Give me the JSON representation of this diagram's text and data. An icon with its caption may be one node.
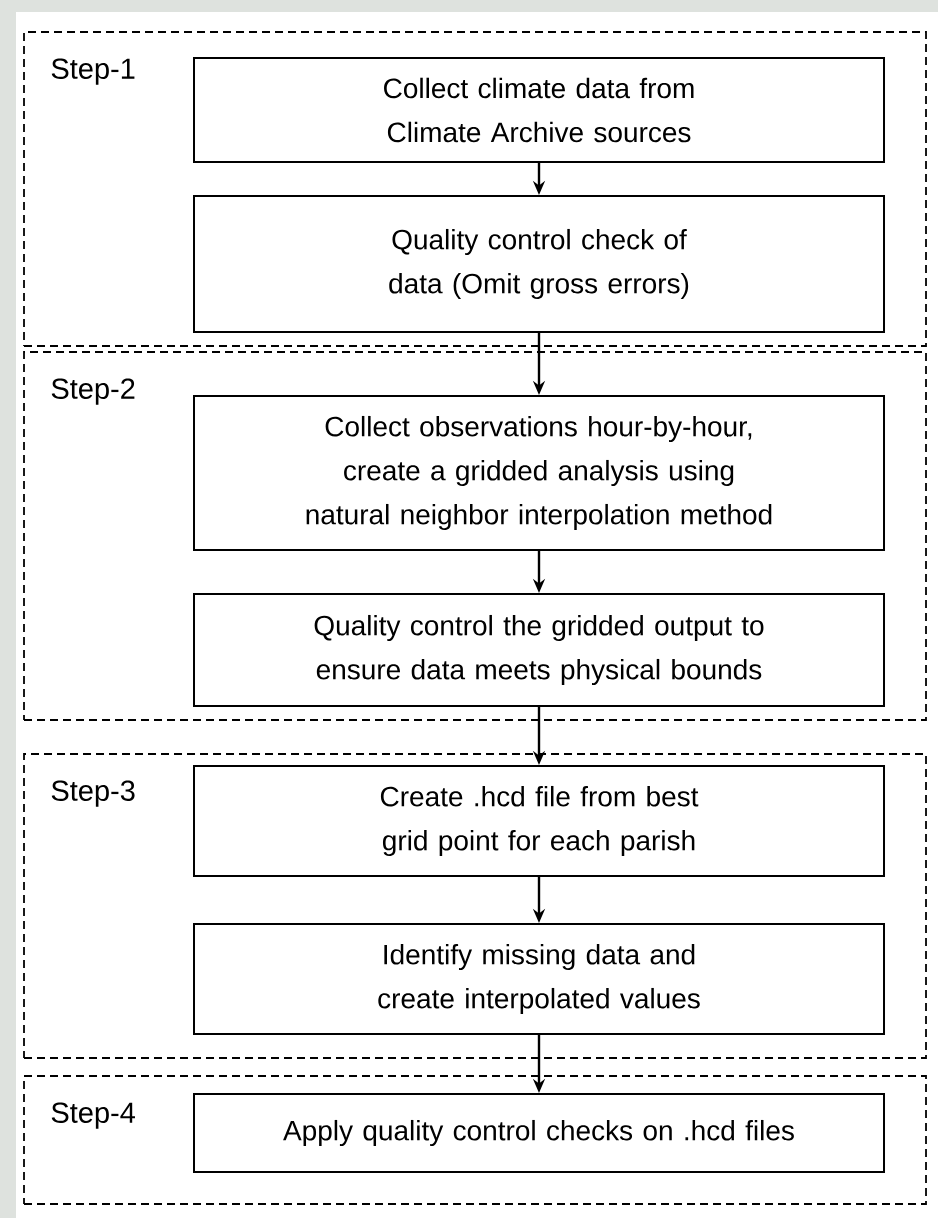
{
  "diagram": {
    "nodes": [
      {
        "text": [
          "Step-1"
        ]
      },
      {
        "text": [
          "Collect climate data from Climate Archive sources"
        ],
        "in": 0
      },
      {
        "text": [
          "Quality control check of data (Omit gross errors)"
        ],
        "in": 0
      },
      {
        "text": [
          "Step-2"
        ]
      },
      {
        "text": [
          "Collect observations hour-by-hour, create a gridded analysis using natural neighbor interpolation method"
        ],
        "in": 3
      },
      {
        "text": [
          "Quality control the gridded output to ensure data meets physical bounds"
        ],
        "in": 3
      },
      {
        "text": [
          "Step-3"
        ]
      },
      {
        "text": [
          "Create .hcd file from best grid point for each parish"
        ],
        "in": 6
      },
      {
        "text": [
          "Identify missing data and create interpolated values"
        ],
        "in": 6
      },
      {
        "text": [
          "Step-4"
        ]
      },
      {
        "text": [
          "Apply quality control checks on .hcd files"
        ],
        "in": 9
      }
    ],
    "edges": [
      {
        "from": 1,
        "to": 2,
        "arrow": "to"
      },
      {
        "from": 2,
        "to": 4,
        "arrow": "to"
      },
      {
        "from": 4,
        "to": 5,
        "arrow": "to"
      },
      {
        "from": 5,
        "to": 7,
        "arrow": "to"
      },
      {
        "from": 7,
        "to": 8,
        "arrow": "to"
      },
      {
        "from": 8,
        "to": 10,
        "arrow": "to"
      }
    ]
  }
}
